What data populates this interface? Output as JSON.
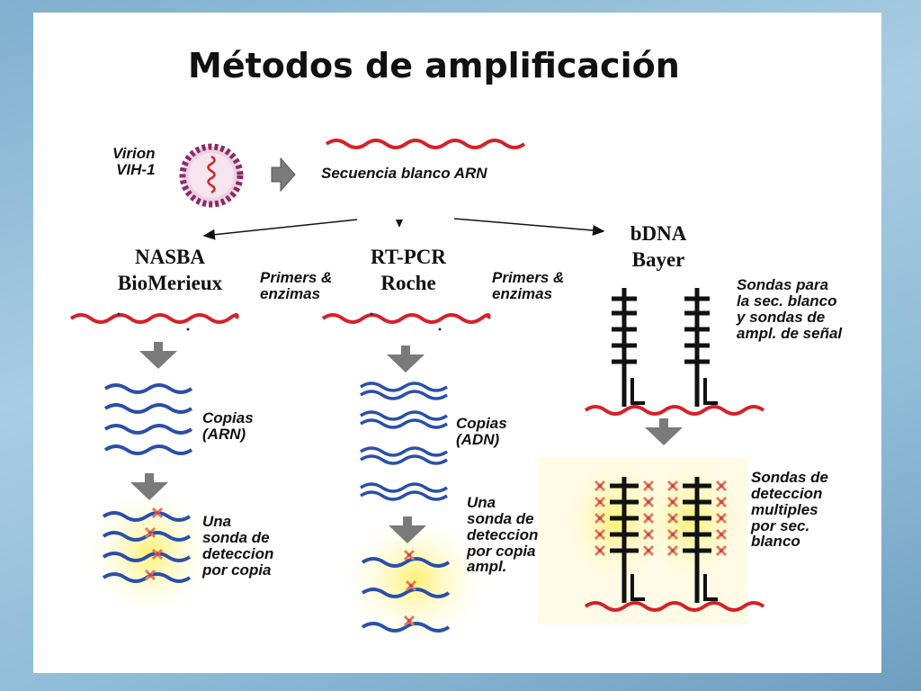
{
  "title": "Métodos de amplificación",
  "virion_label": "Virion\nVIH-1",
  "target_label": "Secuencia blanco ARN",
  "methods": {
    "nasba": "NASBA\nBioMerieux",
    "rtpcr": "RT-PCR\nRoche",
    "bdna": "bDNA\nBayer"
  },
  "primers_1": "Primers &\nenzimas",
  "primers_2": "Primers &\nenzimas",
  "nasba_copies": "Copias\n(ARN)",
  "nasba_probe": "Una\nsonda de\ndeteccion\npor copia",
  "rtpcr_copies": "Copias\n(ADN)",
  "rtpcr_probe": "Una\nsonda de\ndeteccion\npor copia\nampl.",
  "bdna_probes": "Sondas para\nla sec. blanco\ny sondas de\nampl. de señal",
  "bdna_detection": "Sondas de\ndeteccion\nmultiples\npor sec.\nblanco",
  "colors": {
    "rna": "#d3222a",
    "dna": "#2a4fa8",
    "arrow": "#7a7a7a",
    "probe_mark": "#e07a5f",
    "glow": "#fff3a8"
  }
}
